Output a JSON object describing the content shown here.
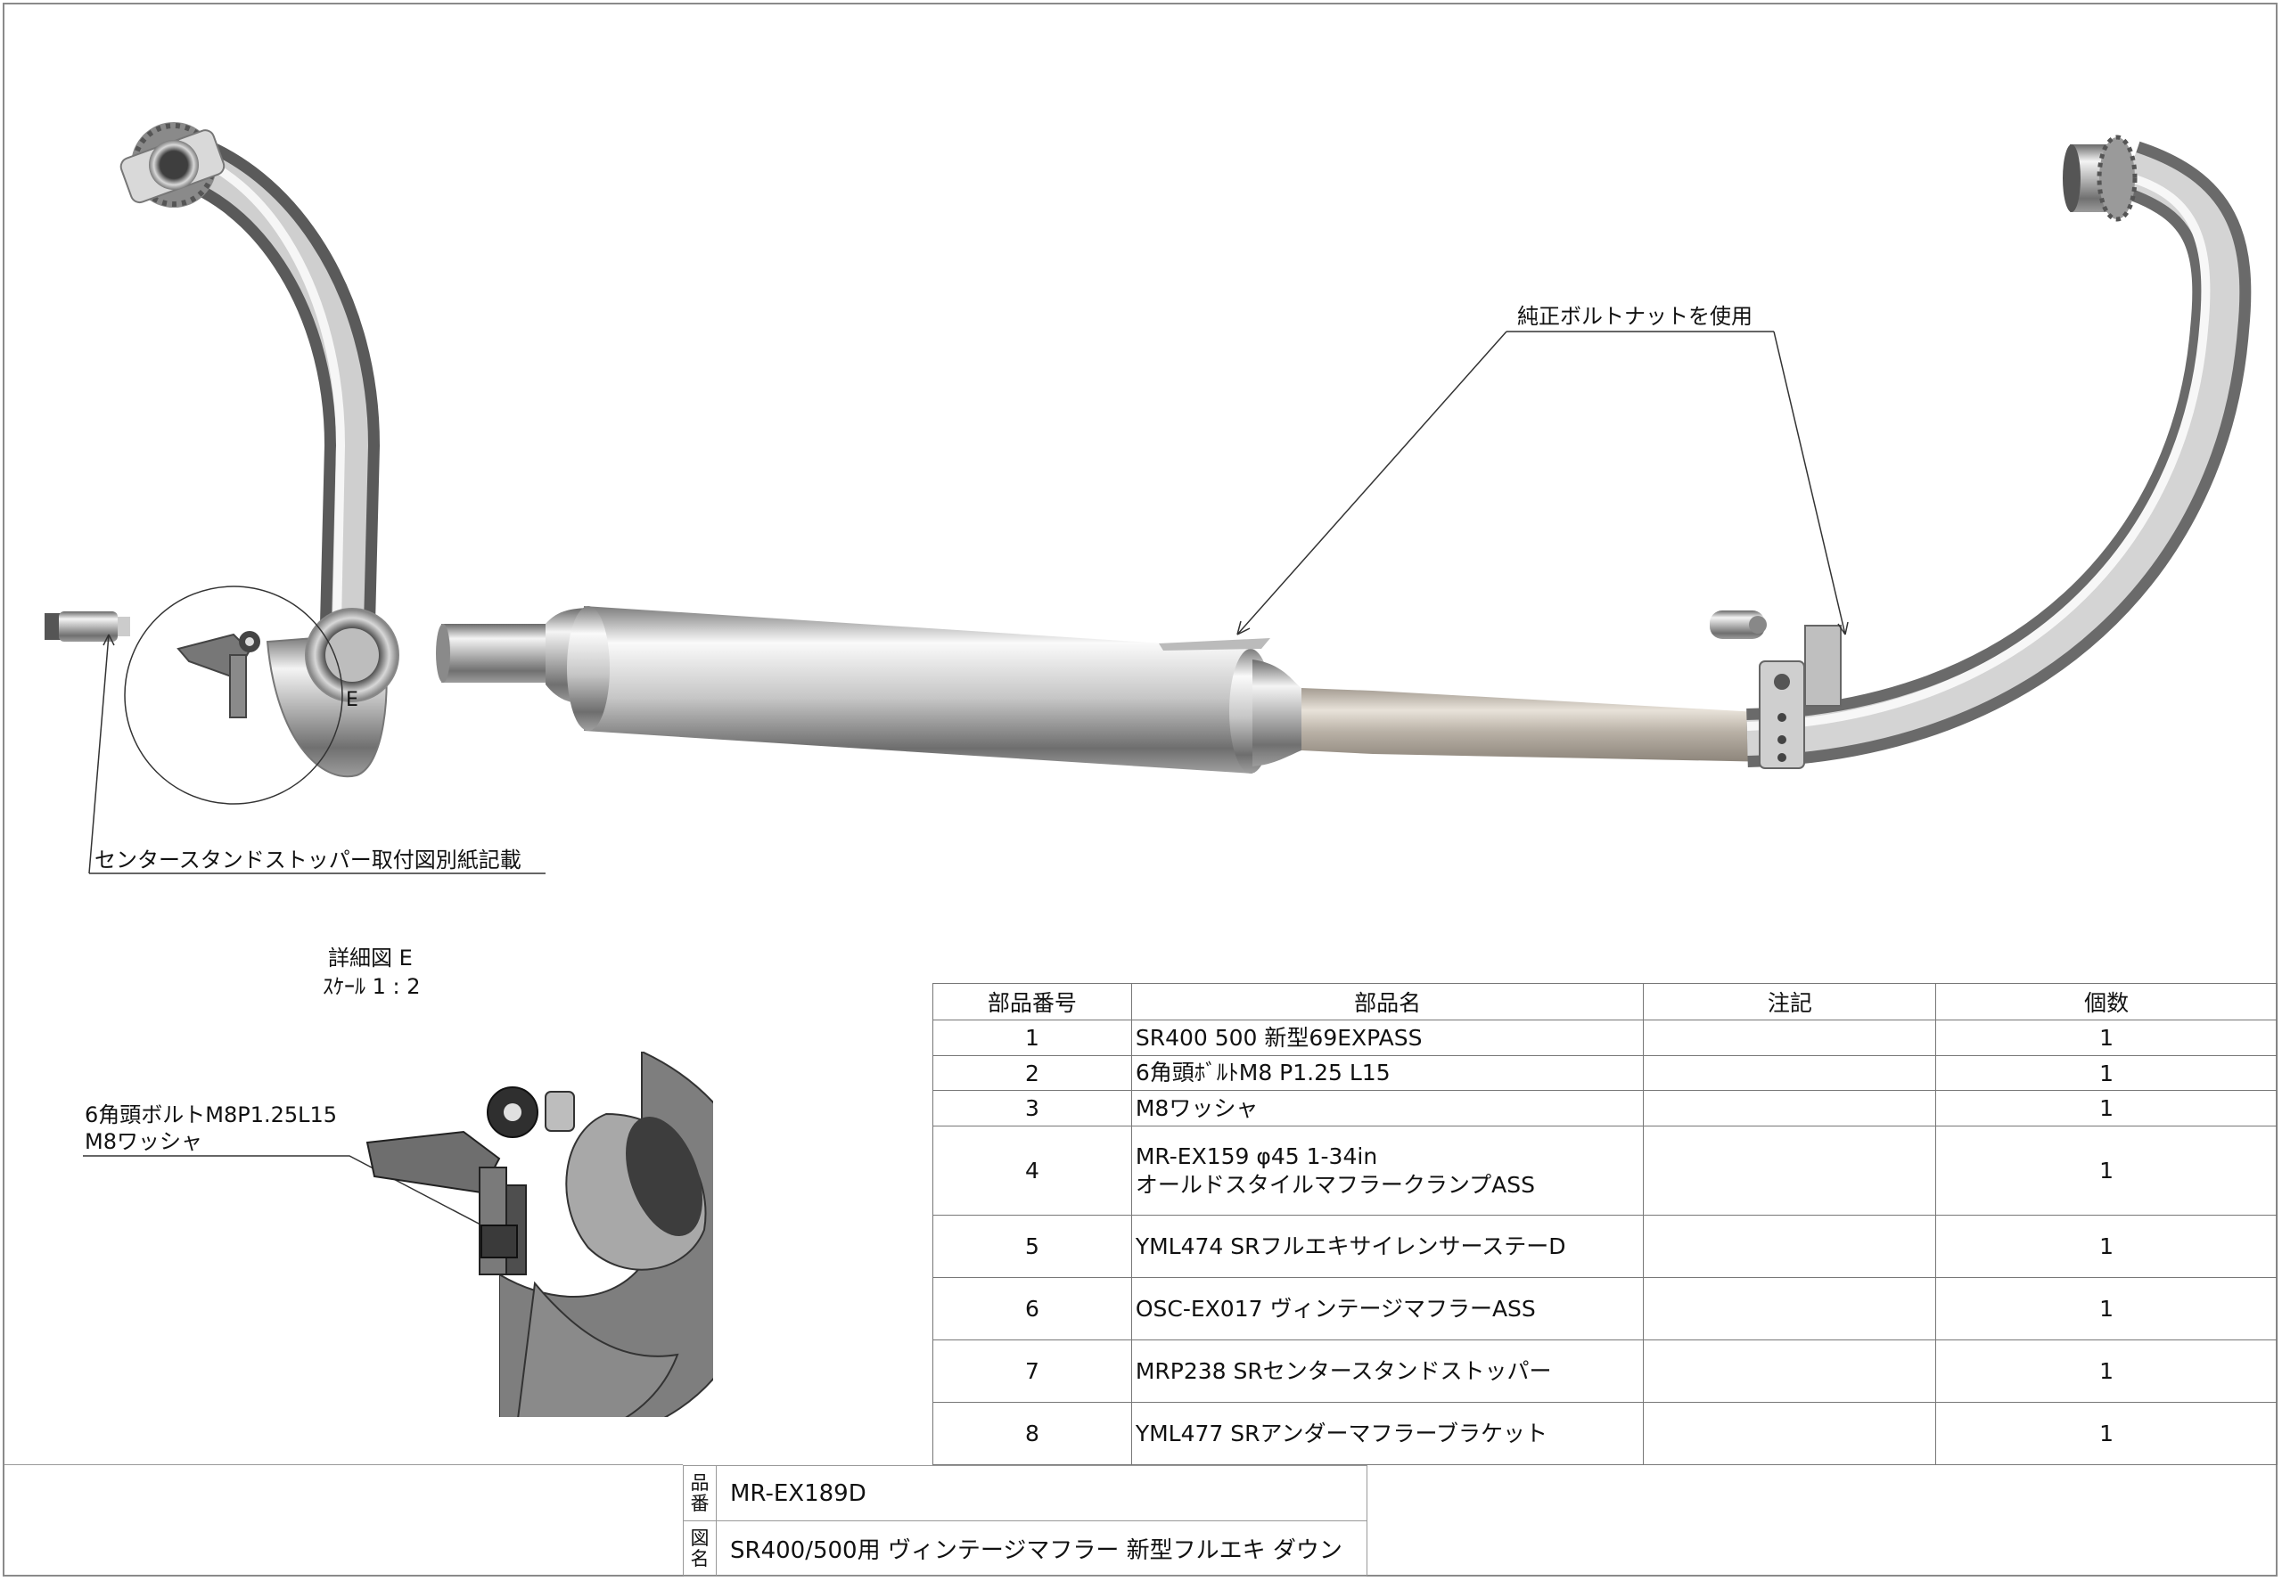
{
  "annotations": {
    "genuine_bolt_nut": "純正ボルトナットを使用",
    "center_stand_note": "センタースタンドストッパー取付図別紙記載",
    "detail_marker": "E",
    "detail_title": "詳細図 E",
    "detail_scale": "ｽｹｰﾙ 1 : 2",
    "bolt_callout_line1": "6角頭ボルトM8P1.25L15",
    "bolt_callout_line2": "M8ワッシャ"
  },
  "bom": {
    "headers": [
      "部品番号",
      "部品名",
      "注記",
      "個数"
    ],
    "rows": [
      {
        "no": "1",
        "name": "SR400 500 新型69EXPASS",
        "note": "",
        "qty": "1"
      },
      {
        "no": "2",
        "name": "6角頭ﾎﾞﾙﾄM8 P1.25 L15",
        "note": "",
        "qty": "1"
      },
      {
        "no": "3",
        "name": "M8ワッシャ",
        "note": "",
        "qty": "1"
      },
      {
        "no": "4",
        "name": "MR-EX159 φ45 1-34in",
        "name2": "オールドスタイルマフラークランプASS",
        "note": "",
        "qty": "1"
      },
      {
        "no": "5",
        "name": "YML474 SRフルエキサイレンサーステーD",
        "note": "",
        "qty": "1"
      },
      {
        "no": "6",
        "name": "OSC-EX017 ヴィンテージマフラーASS",
        "note": "",
        "qty": "1"
      },
      {
        "no": "7",
        "name": "MRP238 SRセンタースタンドストッパー",
        "note": "",
        "qty": "1"
      },
      {
        "no": "8",
        "name": "YML477 SRアンダーマフラーブラケット",
        "note": "",
        "qty": "1"
      }
    ]
  },
  "title_block": {
    "part_no_key_1": "品",
    "part_no_key_2": "番",
    "part_no": "MR-EX189D",
    "name_key_1": "図",
    "name_key_2": "名",
    "drawing_name": "SR400/500用 ヴィンテージマフラー 新型フルエキ ダウン"
  },
  "colors": {
    "chrome_dark": "#4a4a4a",
    "chrome_mid": "#9a9a9a",
    "chrome_light": "#f2f2f2",
    "line": "#333333"
  }
}
